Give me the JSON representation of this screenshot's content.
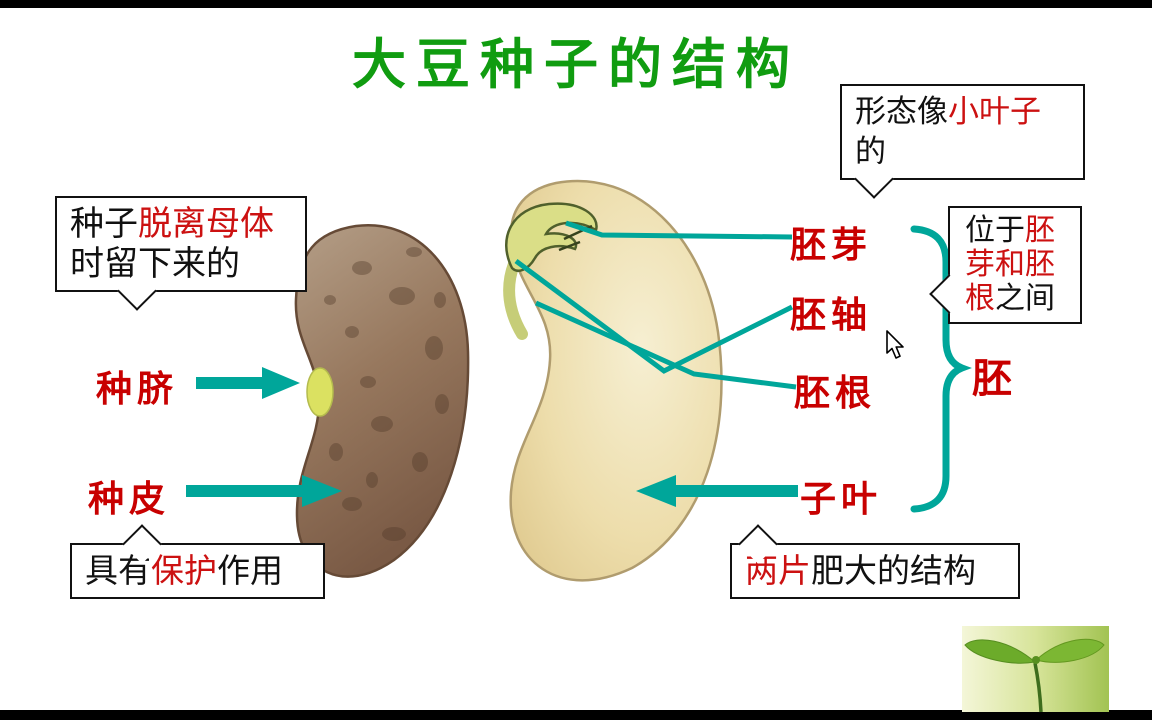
{
  "title": "大豆种子的结构",
  "labels": {
    "seed_hilum": "种脐",
    "seed_coat": "种皮",
    "plumule": "胚芽",
    "hypocotyl": "胚轴",
    "radicle": "胚根",
    "cotyledon": "子叶",
    "embryo": "胚"
  },
  "callouts": {
    "hilum_note": [
      {
        "t": "种子"
      },
      {
        "t": "脱离母体",
        "red": true
      },
      {
        "t": "时留下来的"
      }
    ],
    "plumule_note": [
      {
        "t": "形态像"
      },
      {
        "t": "小叶子",
        "red": true
      },
      {
        "t": "的"
      }
    ],
    "embryo_position_note": [
      {
        "t": "位于"
      },
      {
        "t": "胚芽和胚根",
        "red": true
      },
      {
        "t": "之间"
      }
    ],
    "seed_coat_note": [
      {
        "t": "具有"
      },
      {
        "t": "保护",
        "red": true
      },
      {
        "t": "作用"
      }
    ],
    "cotyledon_note": [
      {
        "t": "两片",
        "red": true
      },
      {
        "t": "肥大的结构"
      }
    ]
  },
  "colors": {
    "title_green": "#109c10",
    "label_red": "#c80000",
    "highlight_red": "#cc1111",
    "teal_accent": "#00a69a"
  }
}
